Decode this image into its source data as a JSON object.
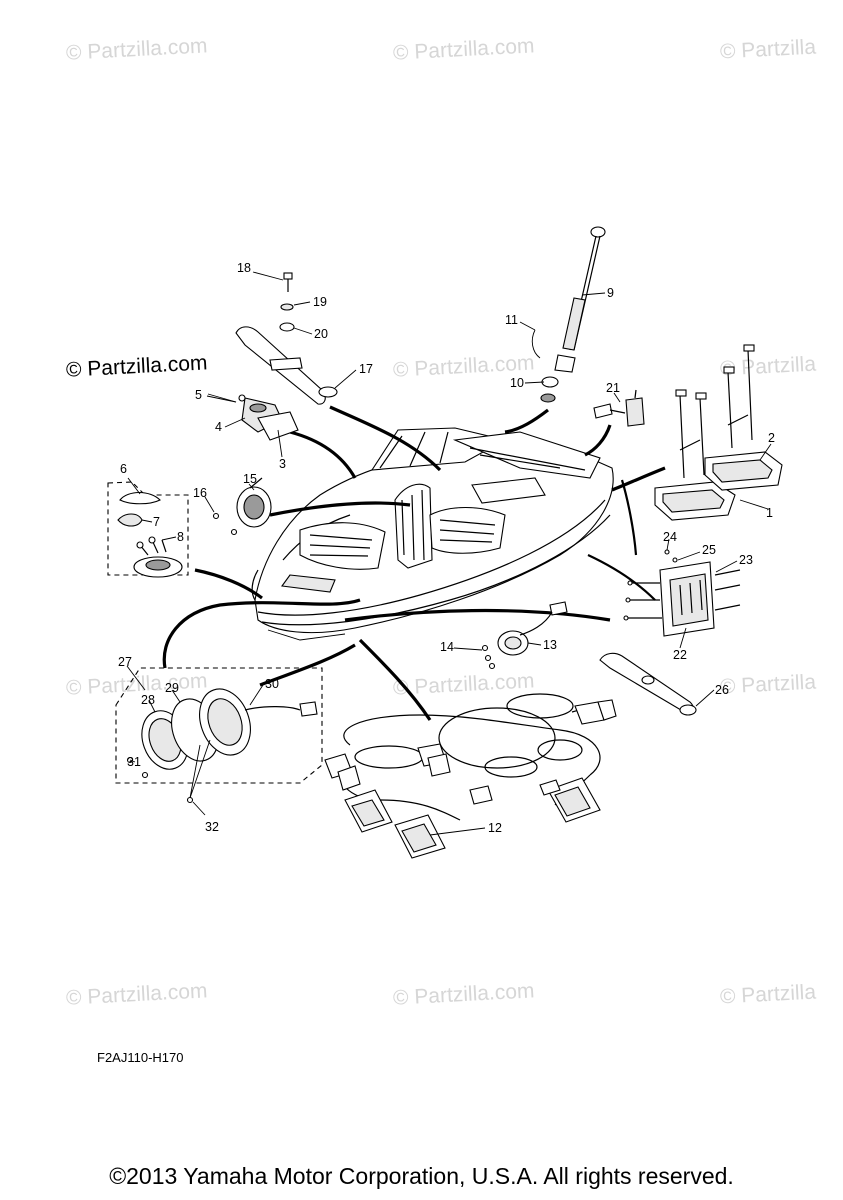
{
  "watermark": {
    "text": "© Partzilla.com",
    "text_short": "© Partzilla",
    "text_main": "© Partzilla.com"
  },
  "diagram": {
    "code": "F2AJ110-H170",
    "callouts": [
      "1",
      "2",
      "3",
      "4",
      "5",
      "6",
      "7",
      "8",
      "9",
      "10",
      "11",
      "12",
      "13",
      "14",
      "15",
      "16",
      "17",
      "18",
      "19",
      "20",
      "21",
      "22",
      "23",
      "24",
      "25",
      "26",
      "27",
      "28",
      "29",
      "30",
      "31",
      "32"
    ]
  },
  "footer": {
    "copyright": "©2013 Yamaha Motor Corporation, U.S.A. All rights reserved."
  }
}
